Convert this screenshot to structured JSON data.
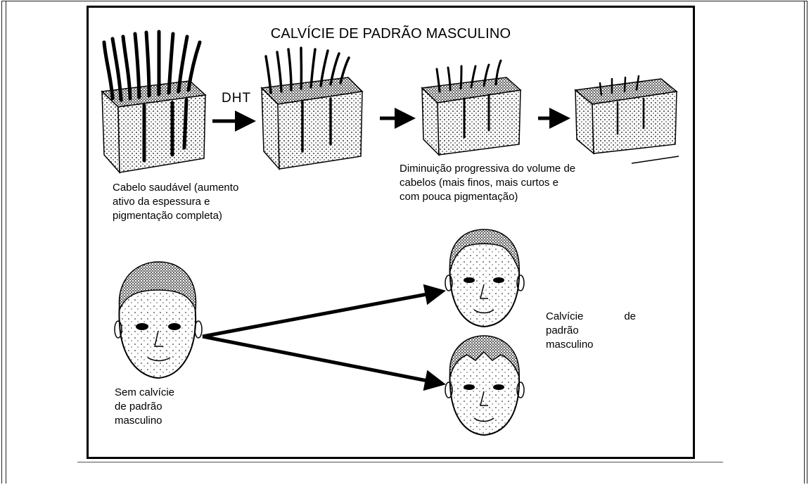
{
  "figure": {
    "title": "CALVÍCIE DE PADRÃO MASCULINO",
    "arrow_label": "DHT",
    "caption_healthy": [
      "Cabelo saudável (aumento",
      "ativo da espessura e",
      "pigmentação completa)"
    ],
    "caption_progressive": [
      "Diminuição progressiva do volume de",
      "cabelos (mais finos, mais curtos e",
      "com pouca pigmentação)"
    ],
    "caption_without": [
      "Sem calvície",
      "de padrão",
      "masculino"
    ],
    "caption_with": [
      "Calvície",
      "de",
      "padrão",
      "masculino"
    ]
  },
  "colors": {
    "ink": "#000000",
    "paper": "#ffffff"
  }
}
